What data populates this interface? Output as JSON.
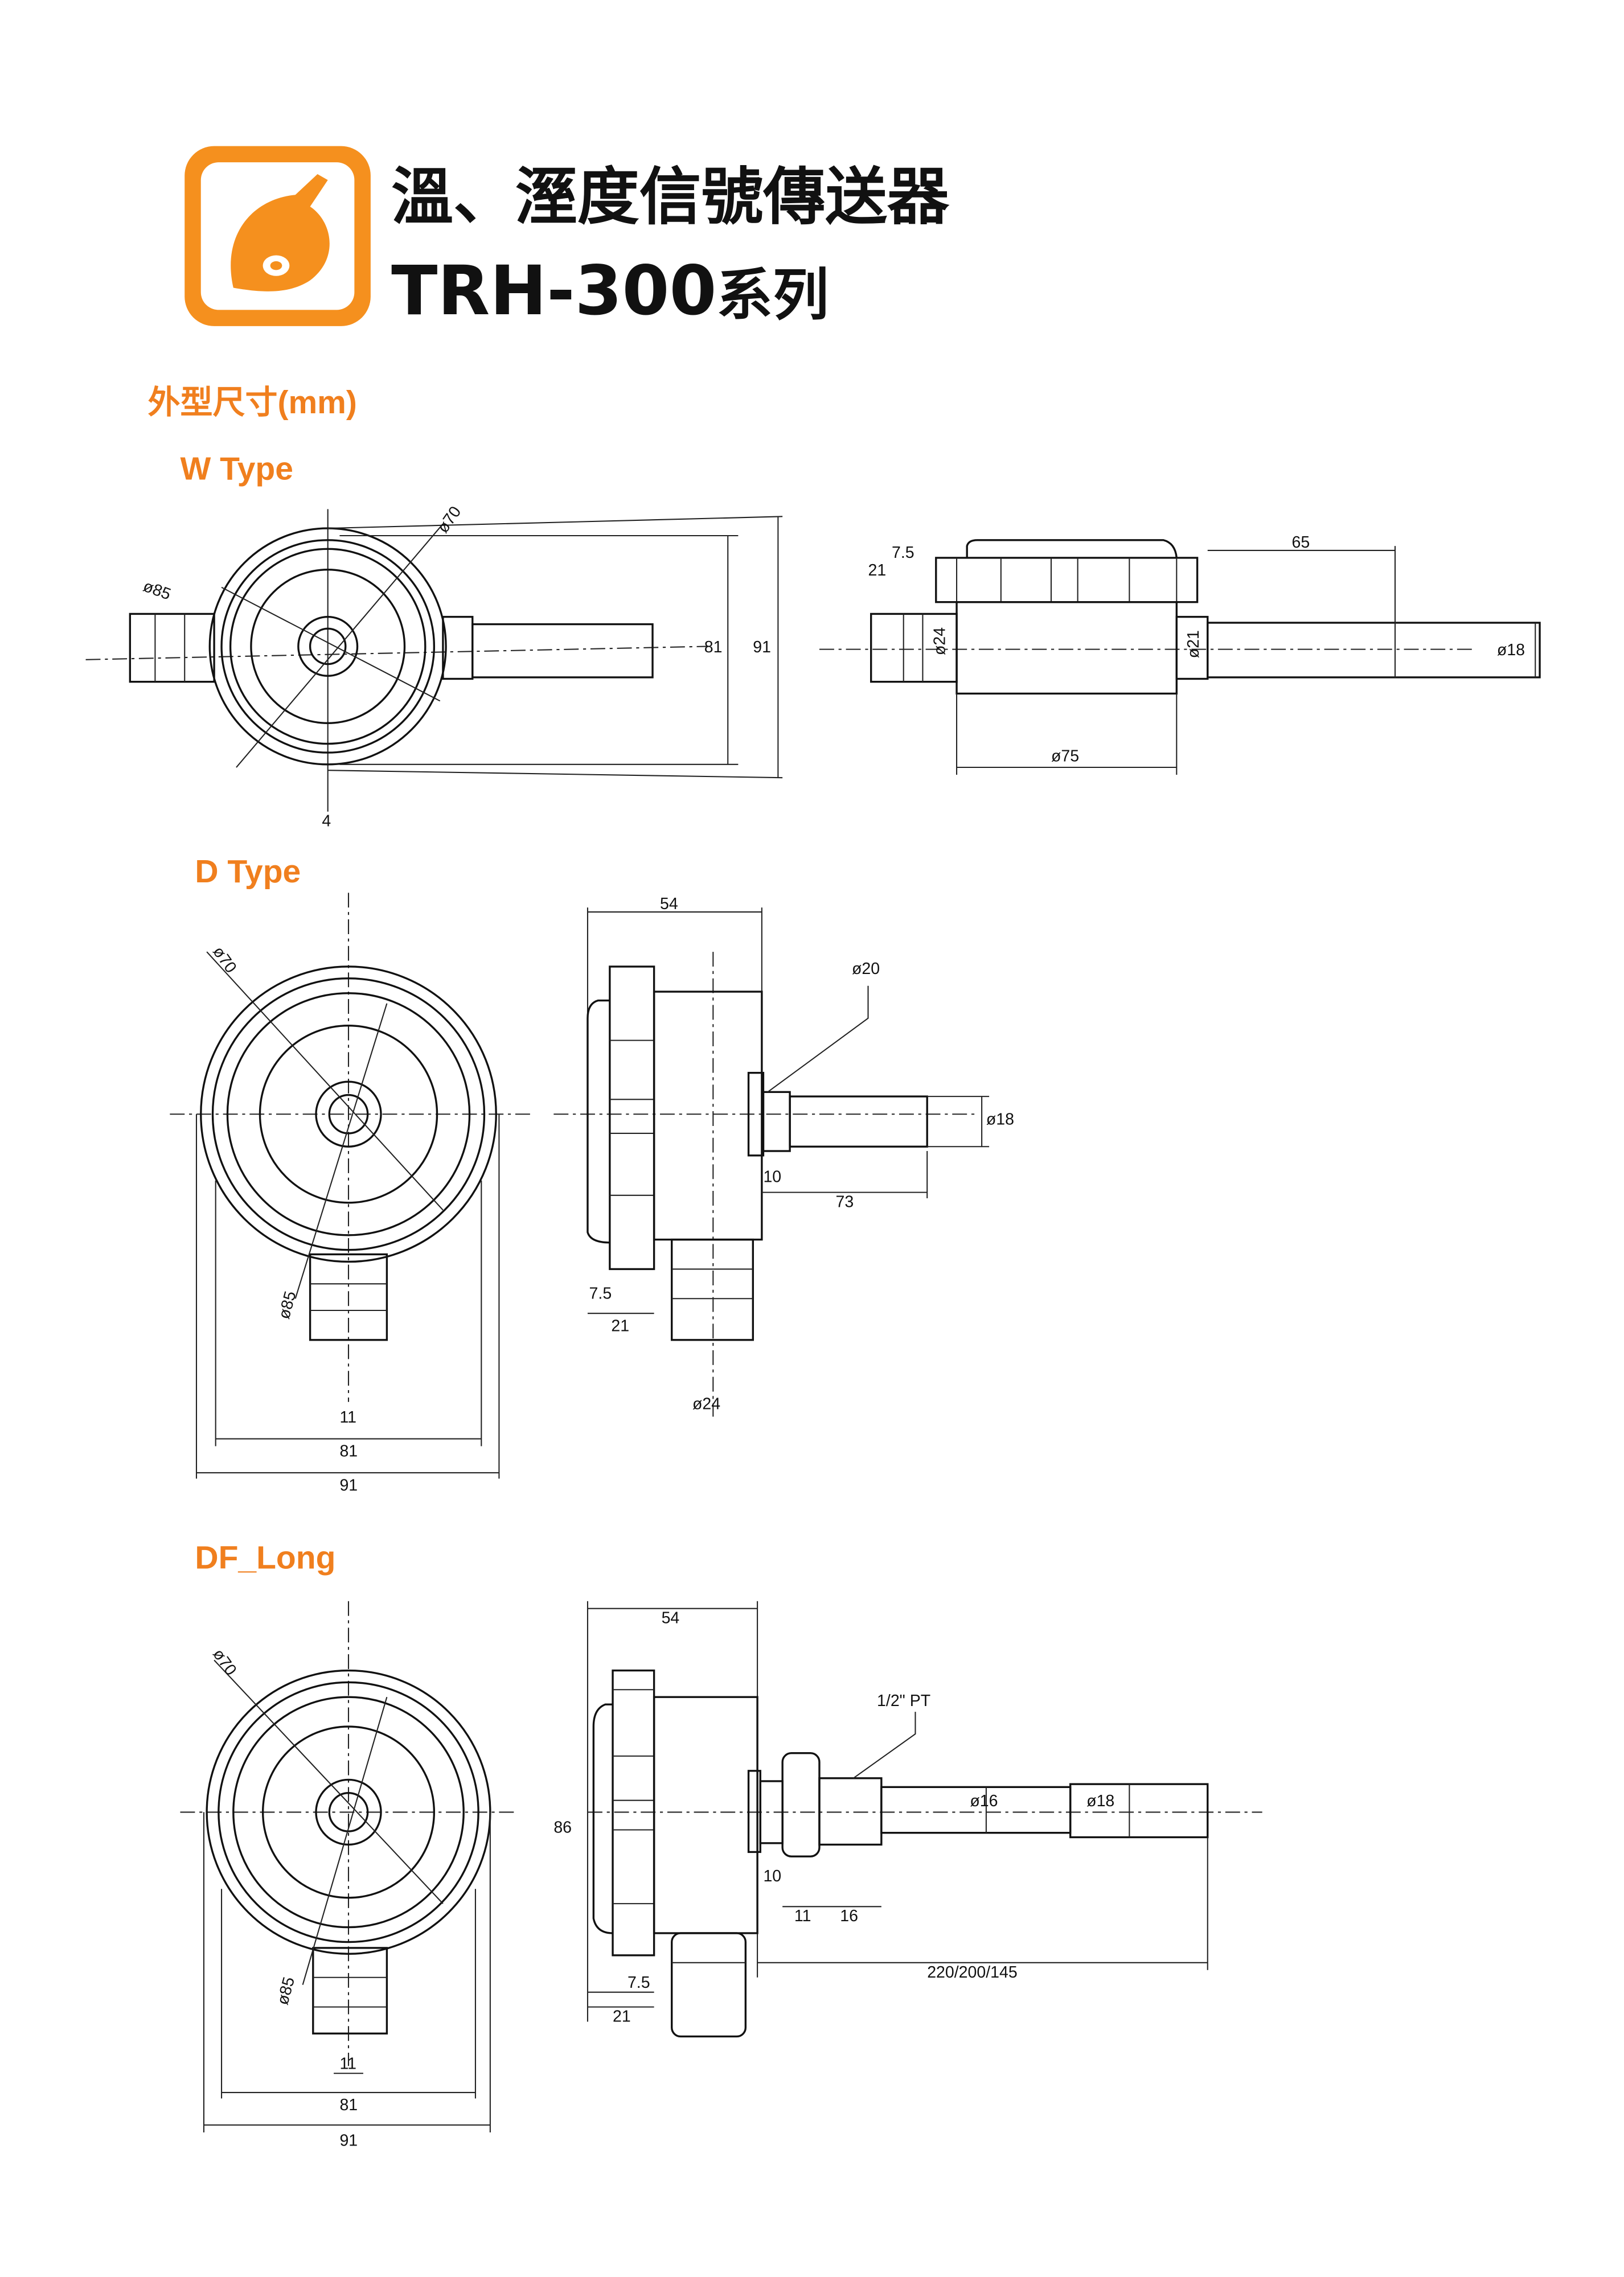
{
  "header": {
    "logo_alt": "leaf logo",
    "title_line1": "溫、溼度信號傳送器",
    "title_model": "TRH-300",
    "title_series": "系列",
    "accent_color": "#f5901e"
  },
  "section_title": "外型尺寸(mm)",
  "w_type": {
    "label": "W Type",
    "front": {
      "d85": "ø85",
      "d70": "ø70",
      "h81": "81",
      "h91": "91",
      "w4": "4"
    },
    "side": {
      "t75": "7.5",
      "t21": "21",
      "l65": "65",
      "d75": "ø75",
      "d24": "ø24",
      "d21": "ø21",
      "d18": "ø18"
    }
  },
  "d_type": {
    "label": "D Type",
    "front": {
      "d70": "ø70",
      "d85": "ø85",
      "w11": "11",
      "w81": "81",
      "w91": "91"
    },
    "side": {
      "l54": "54",
      "d20": "ø20",
      "d18": "ø18",
      "l10": "10",
      "l73": "73",
      "t75": "7.5",
      "t21": "21",
      "d24": "ø24"
    }
  },
  "df_long": {
    "label": "DF_Long",
    "front": {
      "d70": "ø70",
      "d85": "ø85",
      "w11": "11",
      "w81": "81",
      "w91": "91"
    },
    "side": {
      "l54": "54",
      "h86": "86",
      "thread": "1/2\" PT",
      "d16": "ø16",
      "d18": "ø18",
      "l10": "10",
      "l11": "11",
      "l16": "16",
      "length": "220/200/145",
      "t75": "7.5",
      "t21": "21"
    }
  }
}
